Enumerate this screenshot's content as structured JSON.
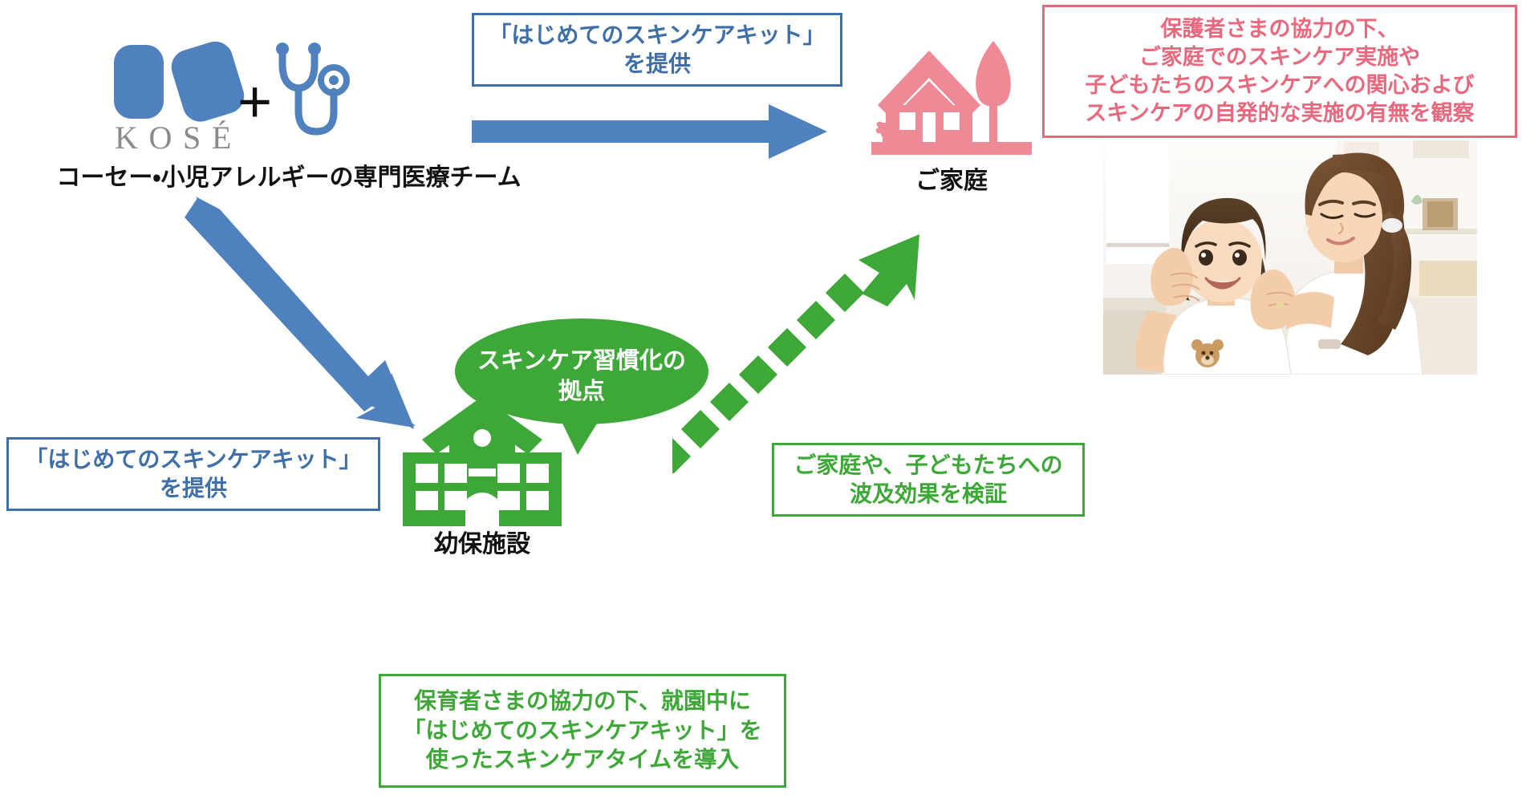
{
  "diagram": {
    "title": "KOSE skincare habituation program flow diagram",
    "colors": {
      "blue": "#4e81bd",
      "blue_dark": "#3f6fa8",
      "green": "#3da838",
      "pink": "#ed8a95",
      "pink_text": "#e8687e",
      "gray_text": "#8a8a8a",
      "black_text": "#121212",
      "white": "#ffffff"
    }
  },
  "nodes": {
    "kose_team": {
      "brand_wordmark": "KOSÉ",
      "plus": "+",
      "label": "コーセー・小児アレルギーの専門医療チーム",
      "logo_icon": "kose-logo-icon",
      "medical_icon": "stethoscope-icon"
    },
    "home": {
      "label": "ご家庭",
      "icon": "house-with-tree-icon"
    },
    "facility": {
      "label": "幼保施設",
      "icon": "school-building-icon"
    },
    "hub_bubble": {
      "text": "スキンケア習慣化の\n拠点",
      "shape": "ellipse-speech-bubble"
    }
  },
  "callouts": {
    "kit_to_home": {
      "text": "「はじめてのスキンケアキット」\nを提供",
      "color": "blue"
    },
    "kit_to_facility": {
      "text": "「はじめてのスキンケアキット」\nを提供",
      "color": "blue"
    },
    "home_observation": {
      "text": "保護者さまの協力の下、\nご家庭でのスキンケア実施や\n子どもたちのスキンケアへの関心および\nスキンケアの自発的な実施の有無を観察",
      "color": "pink"
    },
    "ripple_effect": {
      "text": "ご家庭や、子どもたちへの\n波及効果を検証",
      "color": "green"
    },
    "facility_program": {
      "text": "保育者さまの協力の下、就園中に\n「はじめてのスキンケアキット」を\n使ったスキンケアタイムを導入",
      "color": "green"
    }
  },
  "arrows": {
    "team_to_home": {
      "name": "blue-horizontal-arrow",
      "style": "solid",
      "color": "#4e81bd",
      "direction": "right"
    },
    "team_to_facility": {
      "name": "blue-diagonal-arrow",
      "style": "solid",
      "color": "#4e81bd",
      "direction": "down-right"
    },
    "facility_to_home": {
      "name": "green-dashed-arrow",
      "style": "dashed",
      "color": "#3da838",
      "direction": "up-right"
    }
  },
  "photo": {
    "alt": "母親が子どもの頬にスキンケアをしている写真",
    "name": "mother-and-child-skincare-photo"
  }
}
